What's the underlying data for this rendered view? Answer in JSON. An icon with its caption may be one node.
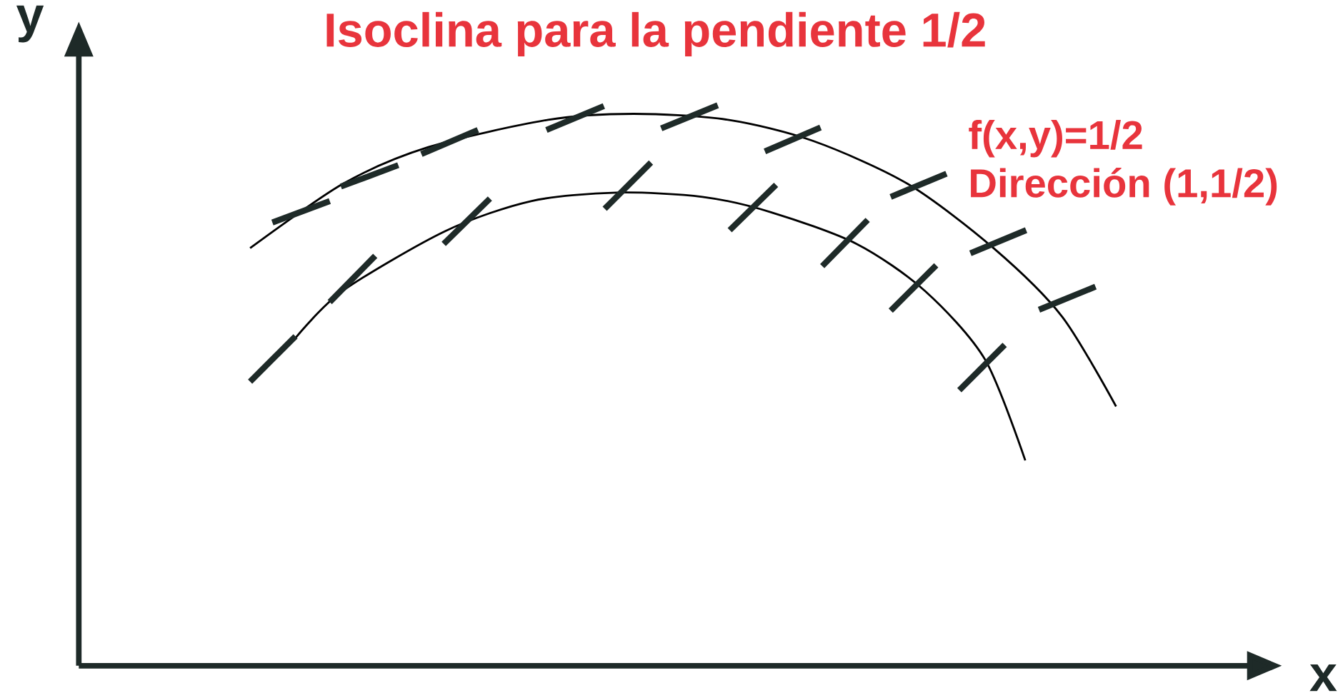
{
  "diagram": {
    "title": "Isoclina para la pendiente 1/2",
    "labels": [
      "y",
      "x",
      "f(x,y)=1/2",
      "Dirección (1,1/2)"
    ]
  }
}
